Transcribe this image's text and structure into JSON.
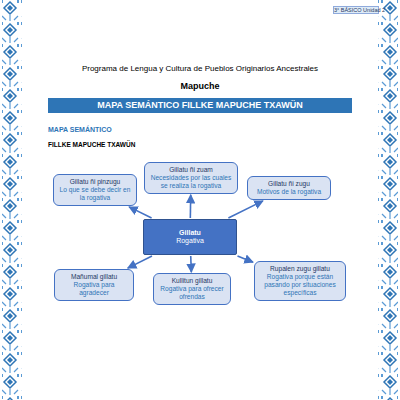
{
  "diagram": {
    "title": "MAPA SEMÁNTICO FILLKE MAPUCHE TXAWÜN",
    "nodes": [
      {
        "text": [
          "Gillatu ñi zuam",
          "Necesidades por las cuales se realiza la rogativa"
        ]
      },
      {
        "text": [
          "Gillatu ñi pinzugu",
          "Lo que se debe decir en la rogativa"
        ]
      },
      {
        "text": [
          "Gillatu ñi zugu",
          "Motivos de la rogativa"
        ]
      },
      {
        "text": [
          "Gillatu",
          "Rogativa"
        ]
      },
      {
        "text": [
          "Mañumal gillatu",
          "Rogativa para agradecer"
        ]
      },
      {
        "text": [
          "Kullitun gillatu",
          "Rogativa para ofrecer ofrendas"
        ]
      },
      {
        "text": [
          "Rupalen zugu gillatu",
          "Rogativa porque están pasando por situaciones específicas"
        ]
      }
    ],
    "edges": [
      {
        "from": 3,
        "to": 0,
        "arrow": "to"
      },
      {
        "from": 3,
        "to": 1,
        "arrow": "to"
      },
      {
        "from": 3,
        "to": 2,
        "arrow": "to"
      },
      {
        "from": 3,
        "to": 4,
        "arrow": "to"
      },
      {
        "from": 3,
        "to": 5,
        "arrow": "to"
      },
      {
        "from": 3,
        "to": 6,
        "arrow": "to"
      }
    ],
    "labels": [
      "3° BÁSICO Unidad 2",
      "Programa de Lengua y Cultura de Pueblos Originarios Ancestrales",
      "Mapuche",
      "MAPA SEMÁNTICO",
      "FILLKE MAPUCHE TXAWÜN"
    ]
  }
}
